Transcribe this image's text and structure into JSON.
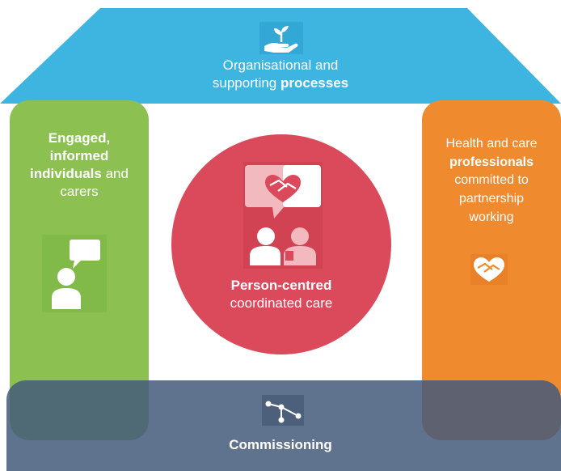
{
  "colors": {
    "roof": "#3db5e0",
    "engaged_pillar": "#8cc152",
    "professionals_pillar": "#f08a2f",
    "center_circle": "#db4a5b",
    "commissioning_band": "#465c7c",
    "text": "#ffffff"
  },
  "roof": {
    "line1": "Organisational and",
    "line2_normal": "supporting ",
    "line2_bold": "processes",
    "icon": "hand-plant-icon"
  },
  "left_pillar": {
    "bold_line1": "Engaged,",
    "bold_line2": "informed",
    "bold_line3": "individuals",
    "normal_line3": " and",
    "line4": "carers",
    "icon": "person-speech-bubble-icon"
  },
  "right_pillar": {
    "line1": "Health and care",
    "bold_line2": "professionals",
    "line3": "committed to",
    "line4": "partnership",
    "line5": "working",
    "icon": "handshake-heart-icon"
  },
  "center": {
    "bold_line1": "Person-centred",
    "line2": "coordinated care",
    "icon": "two-people-heart-speech-icon"
  },
  "base": {
    "label": "Commissioning",
    "icon": "network-nodes-icon"
  }
}
